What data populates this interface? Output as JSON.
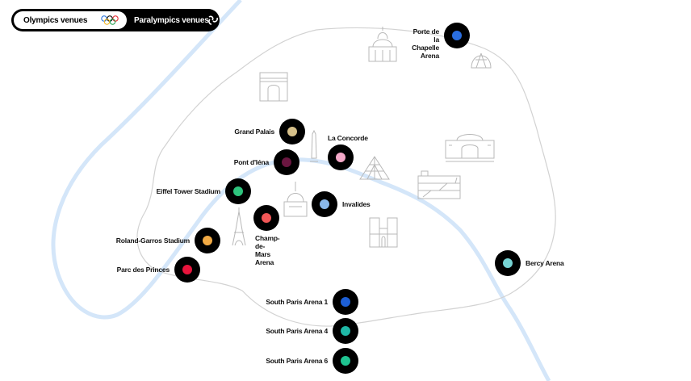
{
  "tabs": [
    {
      "label": "Olympics venues",
      "active": true,
      "icon": "olympic-rings-icon"
    },
    {
      "label": "Paralympics venues",
      "active": false,
      "icon": "agitos-icon"
    }
  ],
  "colors": {
    "river": "#d4e6f9",
    "boundary": "#d2d2d2",
    "landmark": "#b8b8b8"
  },
  "landmarks": [
    "sacre-coeur-icon",
    "geode-icon",
    "arc-de-triomphe-icon",
    "obelisk-icon",
    "louvre-pyramid-icon",
    "invalides-dome-icon",
    "eiffel-tower-icon",
    "notre-dame-icon",
    "musee-orsay-icon",
    "pompidou-icon"
  ],
  "venues": [
    {
      "key": "porte-chapelle",
      "name": "Porte de la\nChapelle Arena",
      "color": "#2a6ee0"
    },
    {
      "key": "grand-palais",
      "name": "Grand Palais",
      "color": "#d6c08a"
    },
    {
      "key": "la-concorde",
      "name": "La Concorde",
      "color": "#f4a9c9"
    },
    {
      "key": "pont-iena",
      "name": "Pont d'Iéna",
      "color": "#6a1640"
    },
    {
      "key": "eiffel-tower-stadium",
      "name": "Eiffel Tower Stadium",
      "color": "#2ec47d"
    },
    {
      "key": "invalides",
      "name": "Invalides",
      "color": "#8ab8ea"
    },
    {
      "key": "champ-de-mars",
      "name": "Champ-de-Mars\nArena",
      "color": "#f15656"
    },
    {
      "key": "roland-garros",
      "name": "Roland-Garros Stadium",
      "color": "#f2aa44"
    },
    {
      "key": "parc-des-princes",
      "name": "Parc des Princes",
      "color": "#e8143c"
    },
    {
      "key": "bercy",
      "name": "Bercy Arena",
      "color": "#76d4d4"
    },
    {
      "key": "south-paris-1",
      "name": "South Paris Arena 1",
      "color": "#1d5fd6"
    },
    {
      "key": "south-paris-4",
      "name": "South Paris Arena 4",
      "color": "#1fb8a6"
    },
    {
      "key": "south-paris-6",
      "name": "South Paris Arena 6",
      "color": "#1fc491"
    }
  ]
}
